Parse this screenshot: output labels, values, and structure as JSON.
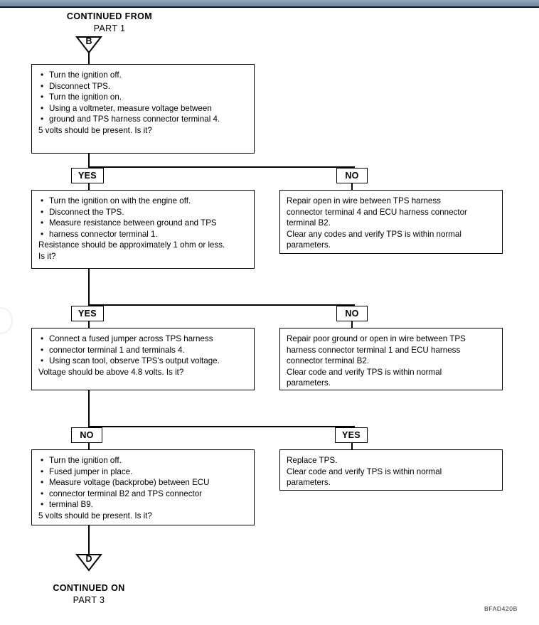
{
  "document": {
    "figure_code": "BFAD420B",
    "top_banner_color": "#7a93ad",
    "line_color": "#000000",
    "background_color": "#ffffff"
  },
  "header": {
    "line1": "CONTINUED FROM",
    "line2": "PART 1",
    "connector_letter": "B"
  },
  "footer": {
    "line1": "CONTINUED ON",
    "line2": "PART 3",
    "connector_letter": "D"
  },
  "steps": [
    {
      "id": "step-1",
      "bullets": [
        "Turn the ignition off.",
        "Disconnect TPS.",
        "Turn the ignition on.",
        "Using a voltmeter, measure voltage between"
      ],
      "bullet_continuations": [
        "",
        "",
        "",
        "ground and TPS harness connector terminal 4."
      ],
      "question": "5 volts should be present. Is it?",
      "question2": ""
    },
    {
      "id": "step-2",
      "bullets": [
        "Turn the ignition on with the engine off.",
        "Disconnect the TPS.",
        "Measure resistance between ground and TPS"
      ],
      "bullet_continuations": [
        "",
        "",
        "harness connector terminal 1."
      ],
      "question": "Resistance should be approximately 1 ohm or less.",
      "question2": "Is it?"
    },
    {
      "id": "step-3",
      "bullets": [
        "Connect a fused jumper across TPS harness",
        "Using scan tool, observe TPS's output voltage."
      ],
      "bullet_continuations": [
        "connector terminal 1 and terminals 4.",
        ""
      ],
      "question": "Voltage should be above 4.8 volts. Is it?",
      "question2": ""
    },
    {
      "id": "step-4",
      "bullets": [
        "Turn the ignition off.",
        "Fused jumper in place.",
        "Measure voltage (backprobe) between ECU"
      ],
      "bullet_continuations": [
        "",
        "",
        "connector terminal B2 and TPS connector|terminal B9."
      ],
      "question": "5 volts should be present. Is it?",
      "question2": ""
    }
  ],
  "outcomes": [
    {
      "id": "outcome-1",
      "lines": [
        "Repair open in wire between TPS harness",
        "connector terminal 4 and ECU harness connector",
        "terminal B2.",
        "Clear any codes and verify TPS is within normal",
        "parameters."
      ]
    },
    {
      "id": "outcome-2",
      "lines": [
        "Repair poor ground or open in wire between TPS",
        "harness connector terminal 1 and ECU harness",
        "connector terminal B2.",
        "Clear code and verify TPS is within normal",
        "parameters."
      ]
    },
    {
      "id": "outcome-3",
      "lines": [
        "Replace TPS.",
        "Clear code and verify TPS is within normal",
        "parameters."
      ]
    }
  ],
  "branches": [
    {
      "id": "branch-1",
      "left_label": "YES",
      "right_label": "NO"
    },
    {
      "id": "branch-2",
      "left_label": "YES",
      "right_label": "NO"
    },
    {
      "id": "branch-3",
      "left_label": "NO",
      "right_label": "YES"
    }
  ]
}
